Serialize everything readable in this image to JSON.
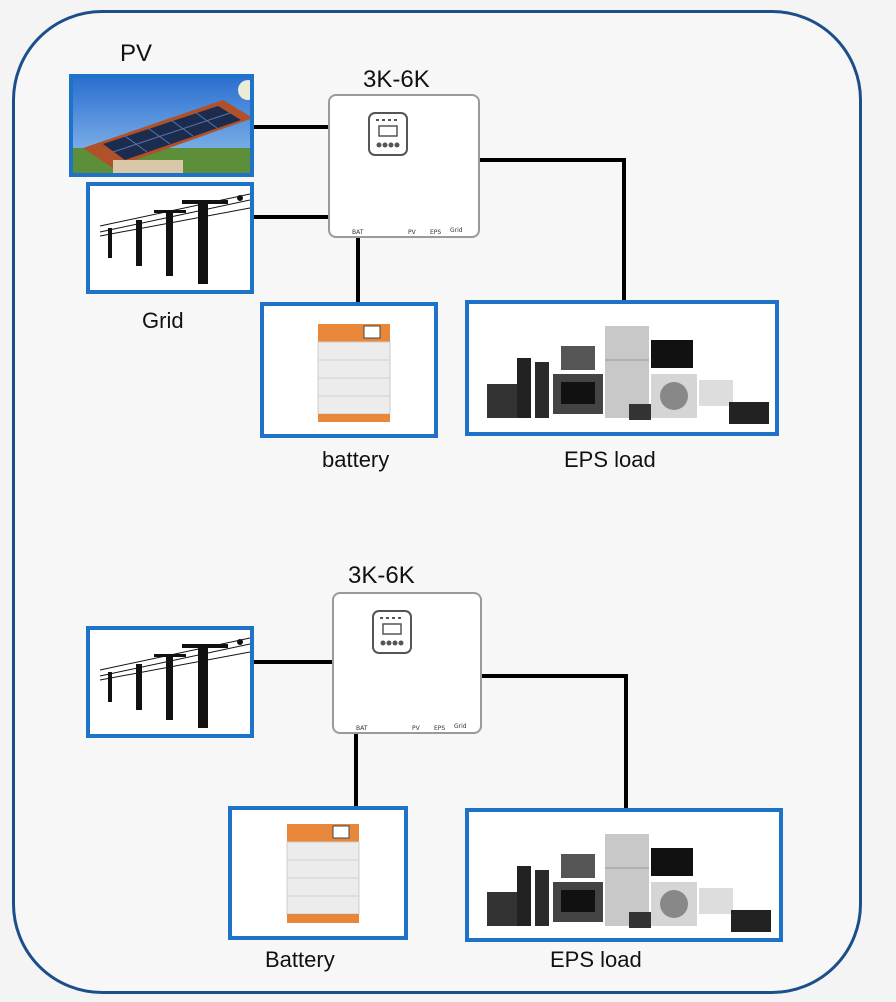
{
  "top": {
    "pv_label": "PV",
    "inverter_label": "3K-6K",
    "grid_label": "Grid",
    "battery_label": "battery",
    "load_label": "EPS load",
    "ports": [
      "BAT",
      "PV",
      "EPS",
      "Grid"
    ]
  },
  "bottom": {
    "inverter_label": "3K-6K",
    "battery_label": "Battery",
    "load_label": "EPS load",
    "ports": [
      "BAT",
      "PV",
      "EPS",
      "Grid"
    ]
  },
  "colors": {
    "frame": "#1c4f8a",
    "box_border": "#1e73c8",
    "battery_accent": "#e8873a",
    "wire": "#000000"
  }
}
